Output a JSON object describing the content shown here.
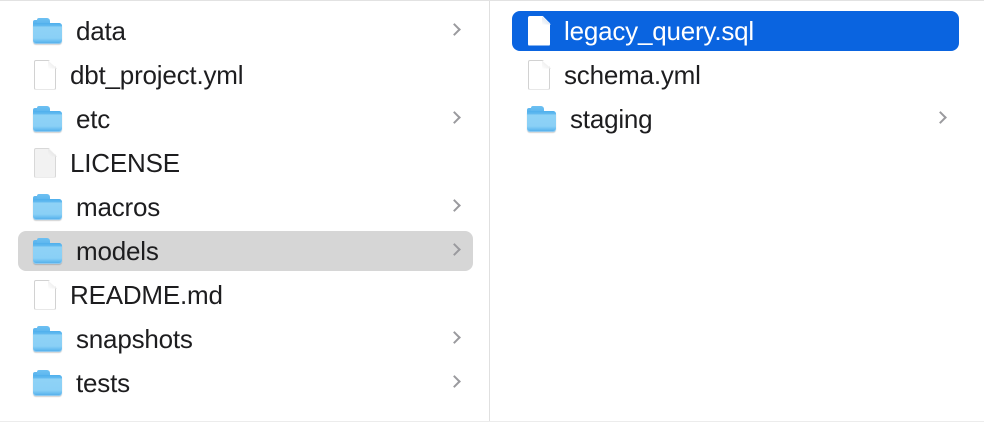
{
  "window": {
    "view": "column",
    "background": "#ffffff",
    "divider_color": "#e0e0e0"
  },
  "colors": {
    "selection_active": "#0a64e0",
    "selection_inactive": "#d6d6d6",
    "text": "#1d1d1f",
    "text_selected": "#ffffff",
    "chevron": "#9a9a9e",
    "folder_blue": "#8ad0f6"
  },
  "columns": [
    {
      "name": "project-root-column",
      "items": [
        {
          "label": "data",
          "kind": "folder",
          "icon": "folder-icon",
          "has_chevron": true,
          "selected": "none"
        },
        {
          "label": "dbt_project.yml",
          "kind": "file",
          "icon": "document-icon",
          "has_chevron": false,
          "selected": "none"
        },
        {
          "label": "etc",
          "kind": "folder",
          "icon": "folder-icon",
          "has_chevron": true,
          "selected": "none"
        },
        {
          "label": "LICENSE",
          "kind": "file",
          "icon": "document-gray-icon",
          "has_chevron": false,
          "selected": "none"
        },
        {
          "label": "macros",
          "kind": "folder",
          "icon": "folder-icon",
          "has_chevron": true,
          "selected": "none"
        },
        {
          "label": "models",
          "kind": "folder",
          "icon": "folder-icon",
          "has_chevron": true,
          "selected": "inactive"
        },
        {
          "label": "README.md",
          "kind": "file",
          "icon": "document-icon",
          "has_chevron": false,
          "selected": "none"
        },
        {
          "label": "snapshots",
          "kind": "folder",
          "icon": "folder-icon",
          "has_chevron": true,
          "selected": "none"
        },
        {
          "label": "tests",
          "kind": "folder",
          "icon": "folder-icon",
          "has_chevron": true,
          "selected": "none"
        }
      ]
    },
    {
      "name": "models-column",
      "items": [
        {
          "label": "legacy_query.sql",
          "kind": "file",
          "icon": "document-icon",
          "has_chevron": false,
          "selected": "active"
        },
        {
          "label": "schema.yml",
          "kind": "file",
          "icon": "document-icon",
          "has_chevron": false,
          "selected": "none"
        },
        {
          "label": "staging",
          "kind": "folder",
          "icon": "folder-icon",
          "has_chevron": true,
          "selected": "none"
        }
      ]
    }
  ]
}
